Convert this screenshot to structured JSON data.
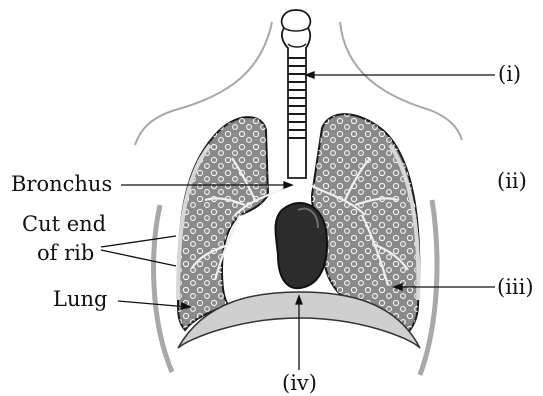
{
  "labels": {
    "i": "(i)",
    "ii": "(ii)",
    "iii": "(iii)",
    "iv": "(iv)",
    "bronchus": "Bronchus",
    "cut_end_line1": "Cut end",
    "cut_end_line2": "of rib",
    "lung": "Lung"
  },
  "colors": {
    "lung_fill": "#8a8a8a",
    "heart_fill": "#2c2c2c",
    "trachea_fill": "#ffffff",
    "outline": "#1a1a1a",
    "body_outline": "#9a9a9a",
    "alveoli": "#f2f2f2"
  }
}
